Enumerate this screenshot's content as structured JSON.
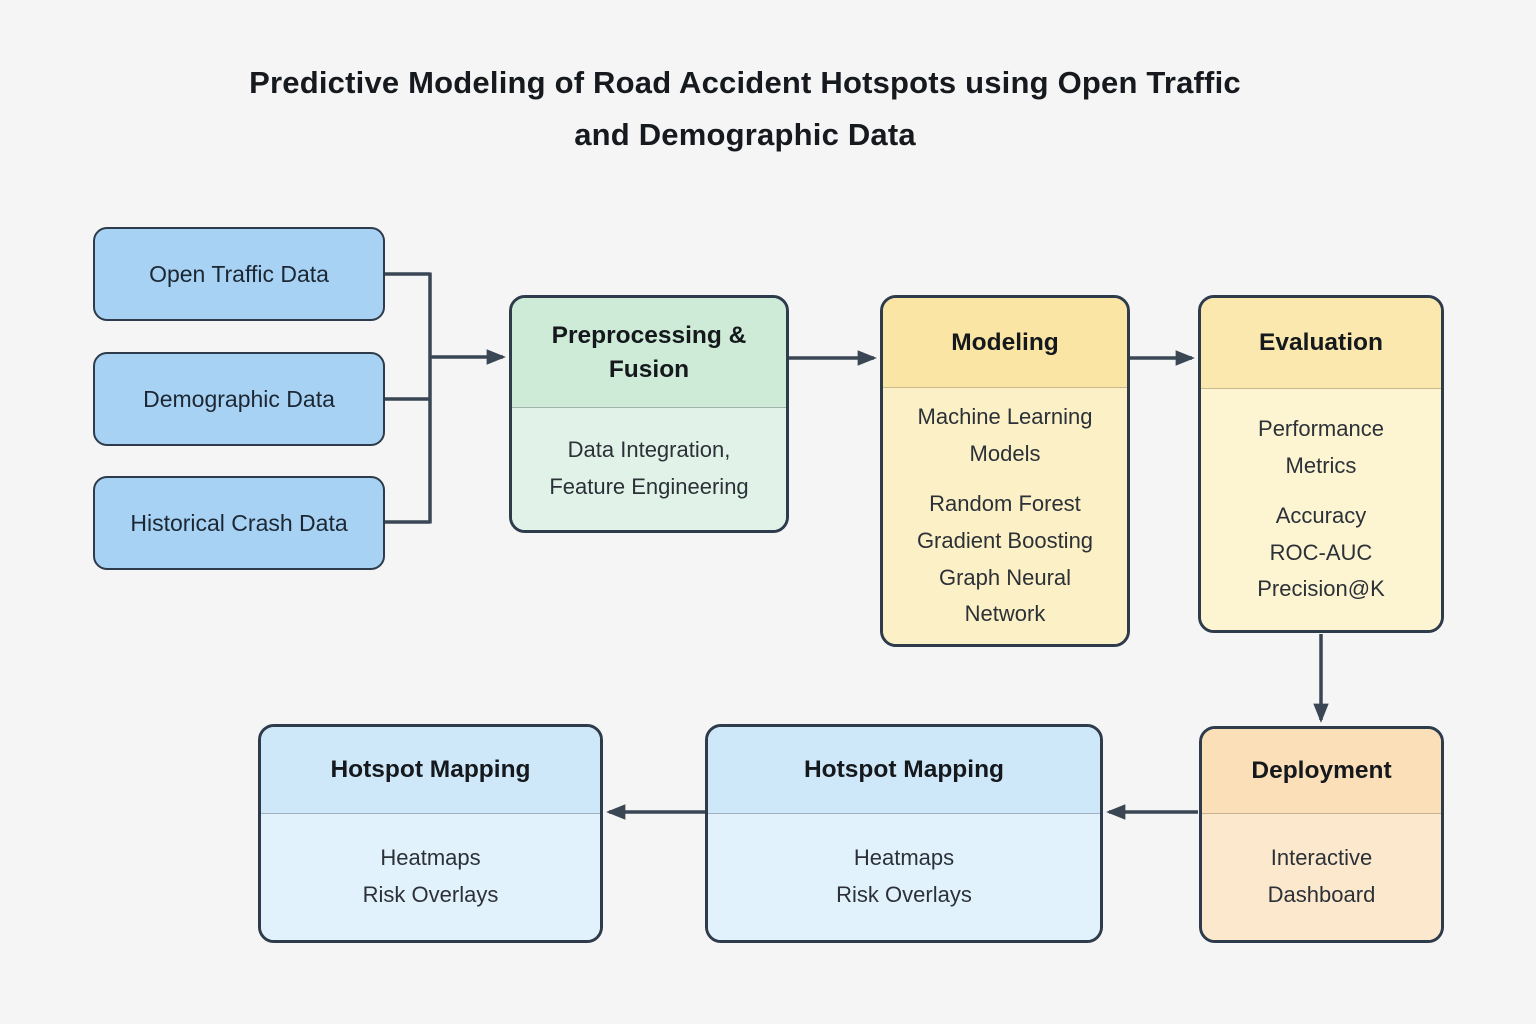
{
  "palette": {
    "page_background": "#f5f5f6",
    "box_border": "#2d3b4a",
    "connector": "#3a4653",
    "source_fill": "#a7d2f3"
  },
  "title": "Predictive Modeling of Road Accident Hotspots using Open Traffic\nand Demographic Data",
  "sources": [
    {
      "label": "Open Traffic Data"
    },
    {
      "label": "Demographic Data"
    },
    {
      "label": "Historical Crash Data"
    }
  ],
  "nodes": {
    "preprocessing": {
      "title": "Preprocessing &\nFusion",
      "body": "Data Integration,\nFeature Engineering",
      "header_color": "#cdebd7",
      "body_color": "#e1f3e8",
      "divider_color": "#9eb4a8"
    },
    "modeling": {
      "title": "Modeling",
      "body_paragraphs": [
        "Machine Learning\nModels",
        "Random Forest\nGradient Boosting\nGraph Neural\nNetwork"
      ],
      "header_color": "#fae5a4",
      "body_color": "#fcf0c6",
      "divider_color": "#c9b98d"
    },
    "evaluation": {
      "title": "Evaluation",
      "body_paragraphs": [
        "Performance\nMetrics",
        "Accuracy\nROC-AUC\nPrecision@K"
      ],
      "header_color": "#fae8ae",
      "body_color": "#fdf5d2",
      "divider_color": "#c9ba8e"
    },
    "deployment": {
      "title": "Deployment",
      "body": "Interactive\nDashboard",
      "header_color": "#fbdfb8",
      "body_color": "#fce9cd",
      "divider_color": "#c5b191"
    },
    "hotspot_mapping_center": {
      "title": "Hotspot Mapping",
      "body": "Heatmaps\nRisk Overlays",
      "header_color": "#cfe8f9",
      "body_color": "#e2f2fc",
      "divider_color": "#9fb0be"
    },
    "hotspot_mapping_left": {
      "title": "Hotspot Mapping",
      "body": "Heatmaps\nRisk Overlays",
      "header_color": "#cfe8f9",
      "body_color": "#e2f2fc",
      "divider_color": "#9fb0be"
    }
  }
}
